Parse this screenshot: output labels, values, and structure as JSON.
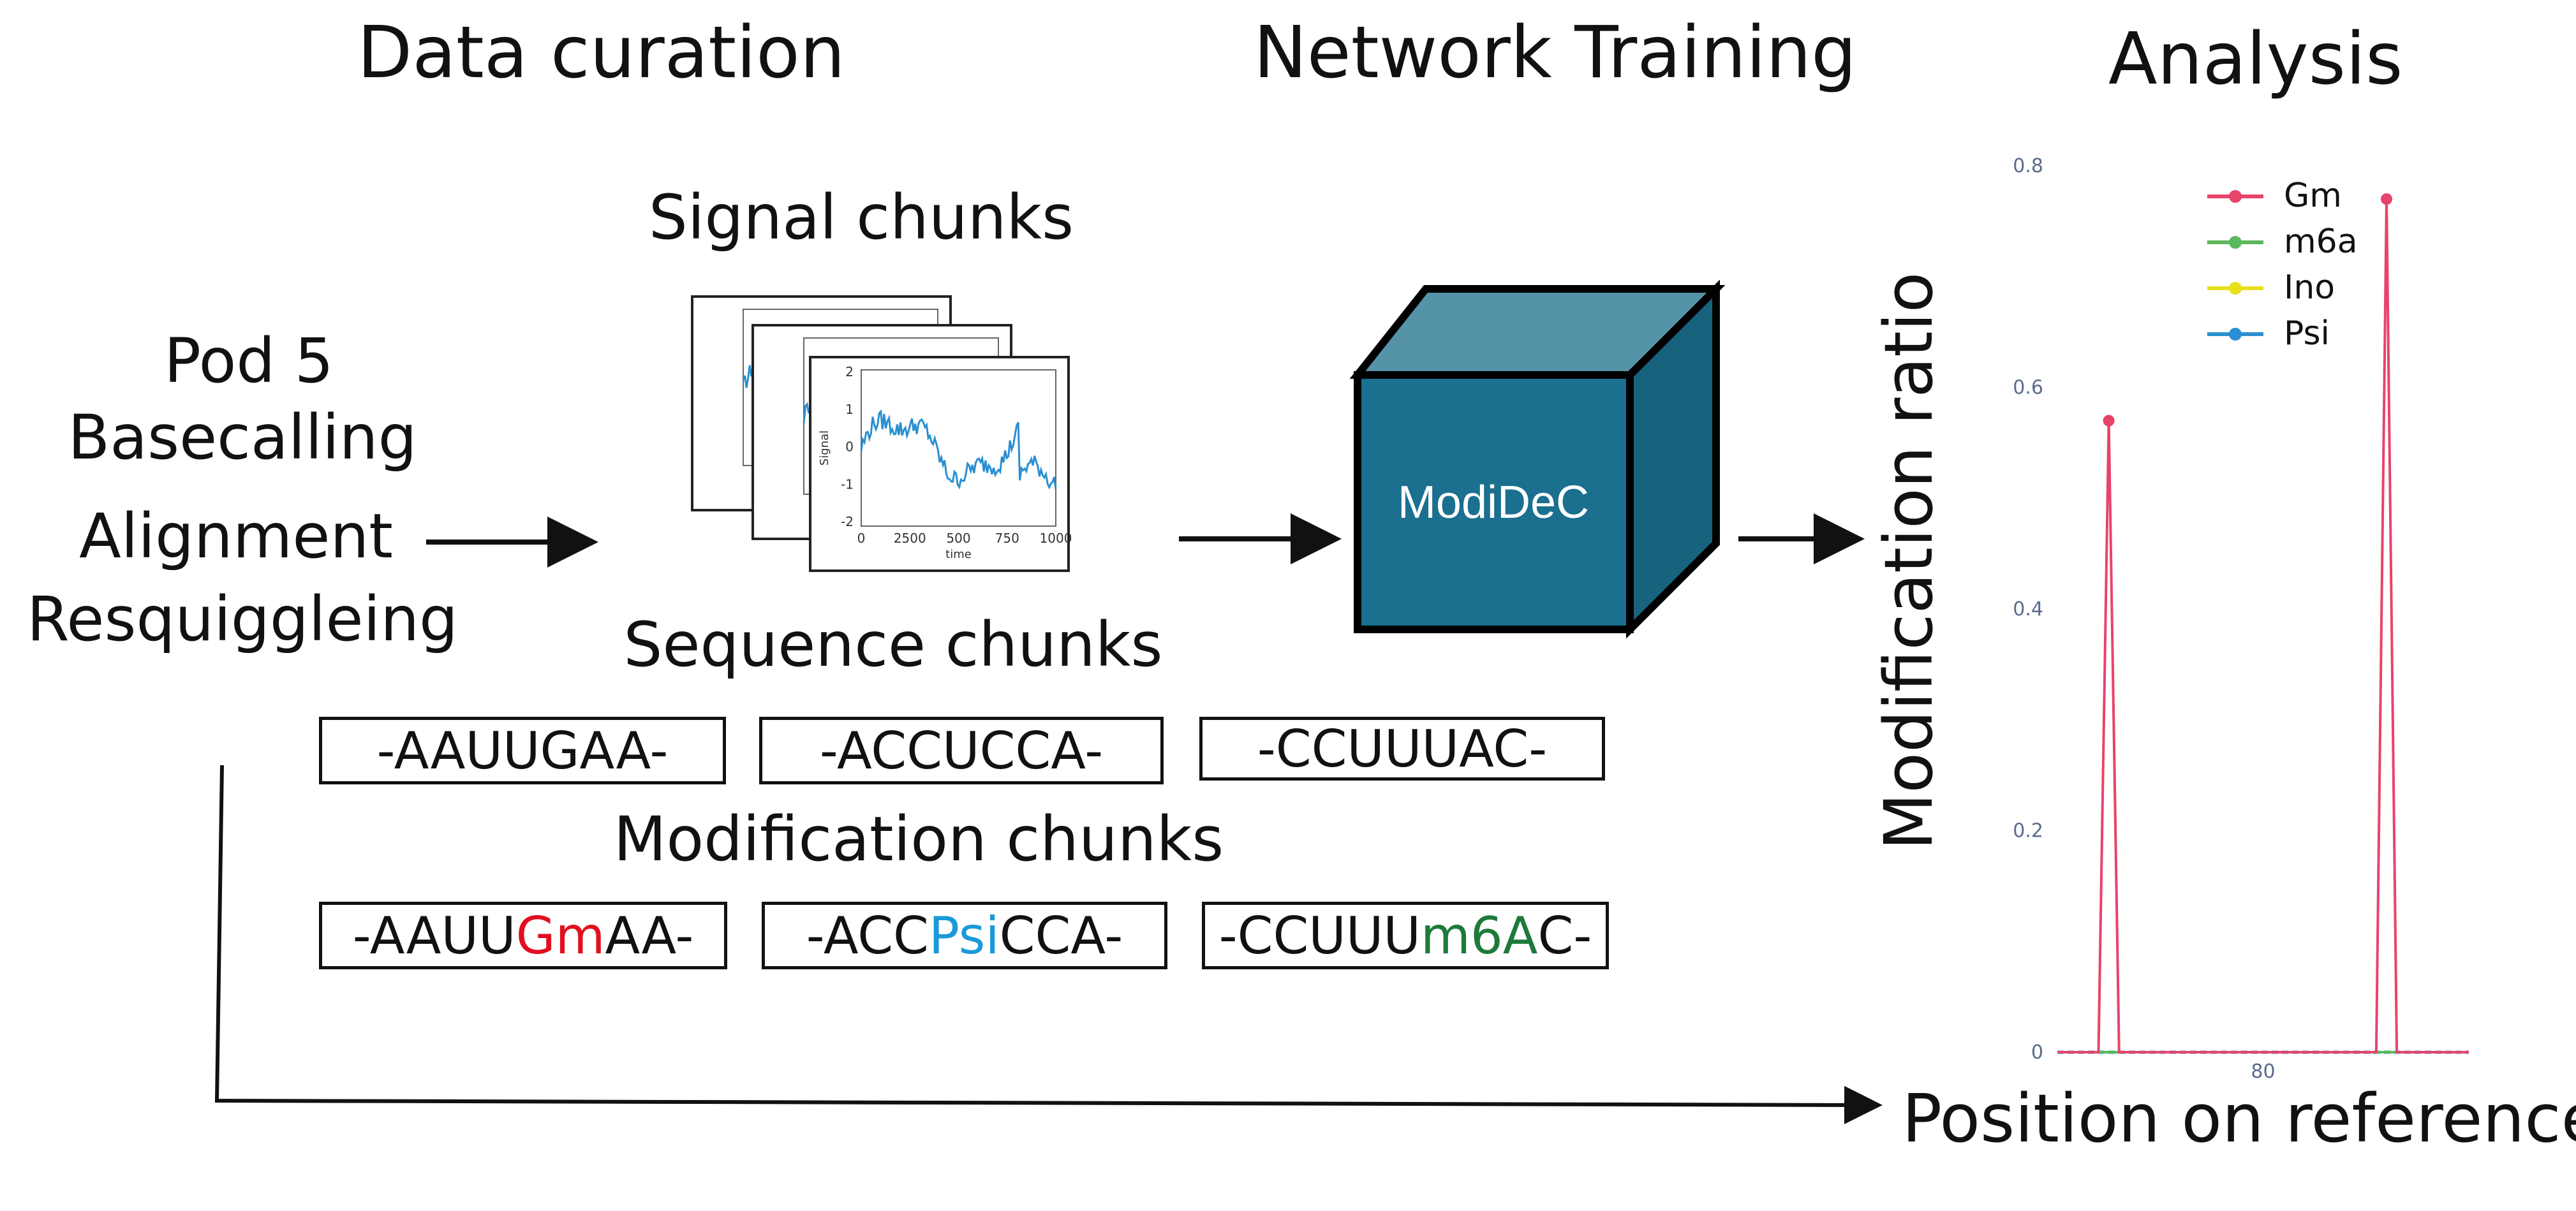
{
  "sections": {
    "data_curation": "Data curation",
    "network_training": "Network Training",
    "analysis": "Analysis"
  },
  "pipeline_steps": [
    "Pod 5",
    "Basecalling",
    "Alignment",
    "Resquiggleing"
  ],
  "signal_chunks_label": "Signal chunks",
  "sequence_chunks_label": "Sequence chunks",
  "sequence_chunks": [
    "-AAUUGAA-",
    "-ACCUCCA-",
    "-CCUUUAC-"
  ],
  "modification_chunks_label": "Modification chunks",
  "modification_chunks": [
    {
      "prefix": "-AAUU",
      "mod": "Gm",
      "suffix": "AA-",
      "color": "#e01020"
    },
    {
      "prefix": "-ACC",
      "mod": "Psi",
      "suffix": "CCA-",
      "color": "#1a9ad8"
    },
    {
      "prefix": "-CCUUU",
      "mod": "m6A",
      "suffix": "C-",
      "color": "#1e7a3a"
    }
  ],
  "model": {
    "name": "ModiDeC",
    "front_color": "#1b6f8f",
    "top_color": "#5593a8",
    "side_color": "#17627c"
  },
  "colors": {
    "Gm": "#e8436b",
    "m6a": "#5cb85c",
    "Ino": "#e8e01c",
    "Psi": "#2a8fd0",
    "axis_tick": "#5a6b8c"
  },
  "chart_data": {
    "type": "line",
    "ylabel": "Modification ratio",
    "xlabel": "Position on reference",
    "x_tick_labels": [
      "80"
    ],
    "y_tick_labels": [
      "0",
      "0.2",
      "0.4",
      "0.6",
      "0.8"
    ],
    "xlim": [
      60,
      100
    ],
    "ylim": [
      0,
      0.8
    ],
    "legend_position": "top-right",
    "series": [
      {
        "name": "Gm",
        "x": [
          60,
          63,
          64,
          65,
          66,
          90,
          91,
          92,
          93,
          100
        ],
        "y": [
          0,
          0,
          0,
          0.57,
          0,
          0,
          0,
          0.77,
          0,
          0
        ]
      },
      {
        "name": "m6a",
        "x": [
          60,
          100
        ],
        "y": [
          0,
          0
        ]
      },
      {
        "name": "Ino",
        "x": [
          60,
          100
        ],
        "y": [
          0,
          0
        ]
      },
      {
        "name": "Psi",
        "x": [
          60,
          100
        ],
        "y": [
          0,
          0
        ]
      }
    ]
  },
  "mini_plot_ticks": {
    "y": [
      "2",
      "1",
      "0",
      "-1",
      "-2"
    ],
    "x": [
      "0",
      "2500",
      "500",
      "750",
      "1000"
    ],
    "xlabel": "time",
    "ylabel": "Signal"
  }
}
